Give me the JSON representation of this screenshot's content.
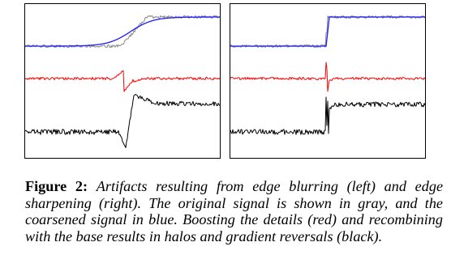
{
  "figure": {
    "label": "Figure 2:",
    "caption": "Artifacts resulting from edge blurring (left) and edge sharpening (right). The original signal is shown in gray, and the coarsened signal in blue. Boosting the details (red) and recombining with the base results in halos and gradient reversals (black)."
  },
  "colors": {
    "original": "#8a8a8a",
    "coarse": "#1a1aff",
    "details": "#ff0000",
    "recombined": "#000000"
  },
  "panels": [
    {
      "id": "left",
      "edge": "blur"
    },
    {
      "id": "right",
      "edge": "sharpen"
    }
  ]
}
